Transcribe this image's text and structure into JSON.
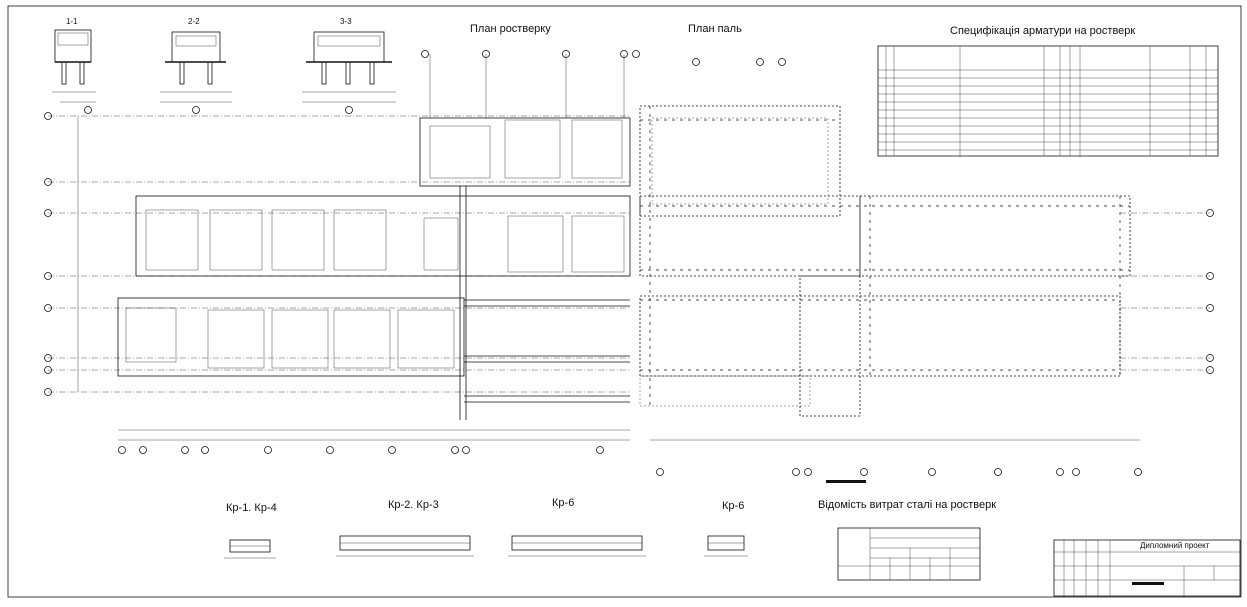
{
  "titles": {
    "grillage_plan": "План ростверку",
    "pile_plan": "План паль",
    "rebar_spec": "Специфікація арматури на ростверк",
    "steel_statement": "Відомість витрат сталі на ростверк",
    "section_1": "1-1",
    "section_2": "2-2",
    "section_3": "3-3",
    "detail_kr1": "Кр-1. Кр-4",
    "detail_kr2": "Кр-2. Кр-3",
    "detail_kr6a": "Кр-6",
    "detail_kr6b": "Кр-6"
  },
  "title_block": {
    "project_name": "Дипломний проект"
  }
}
